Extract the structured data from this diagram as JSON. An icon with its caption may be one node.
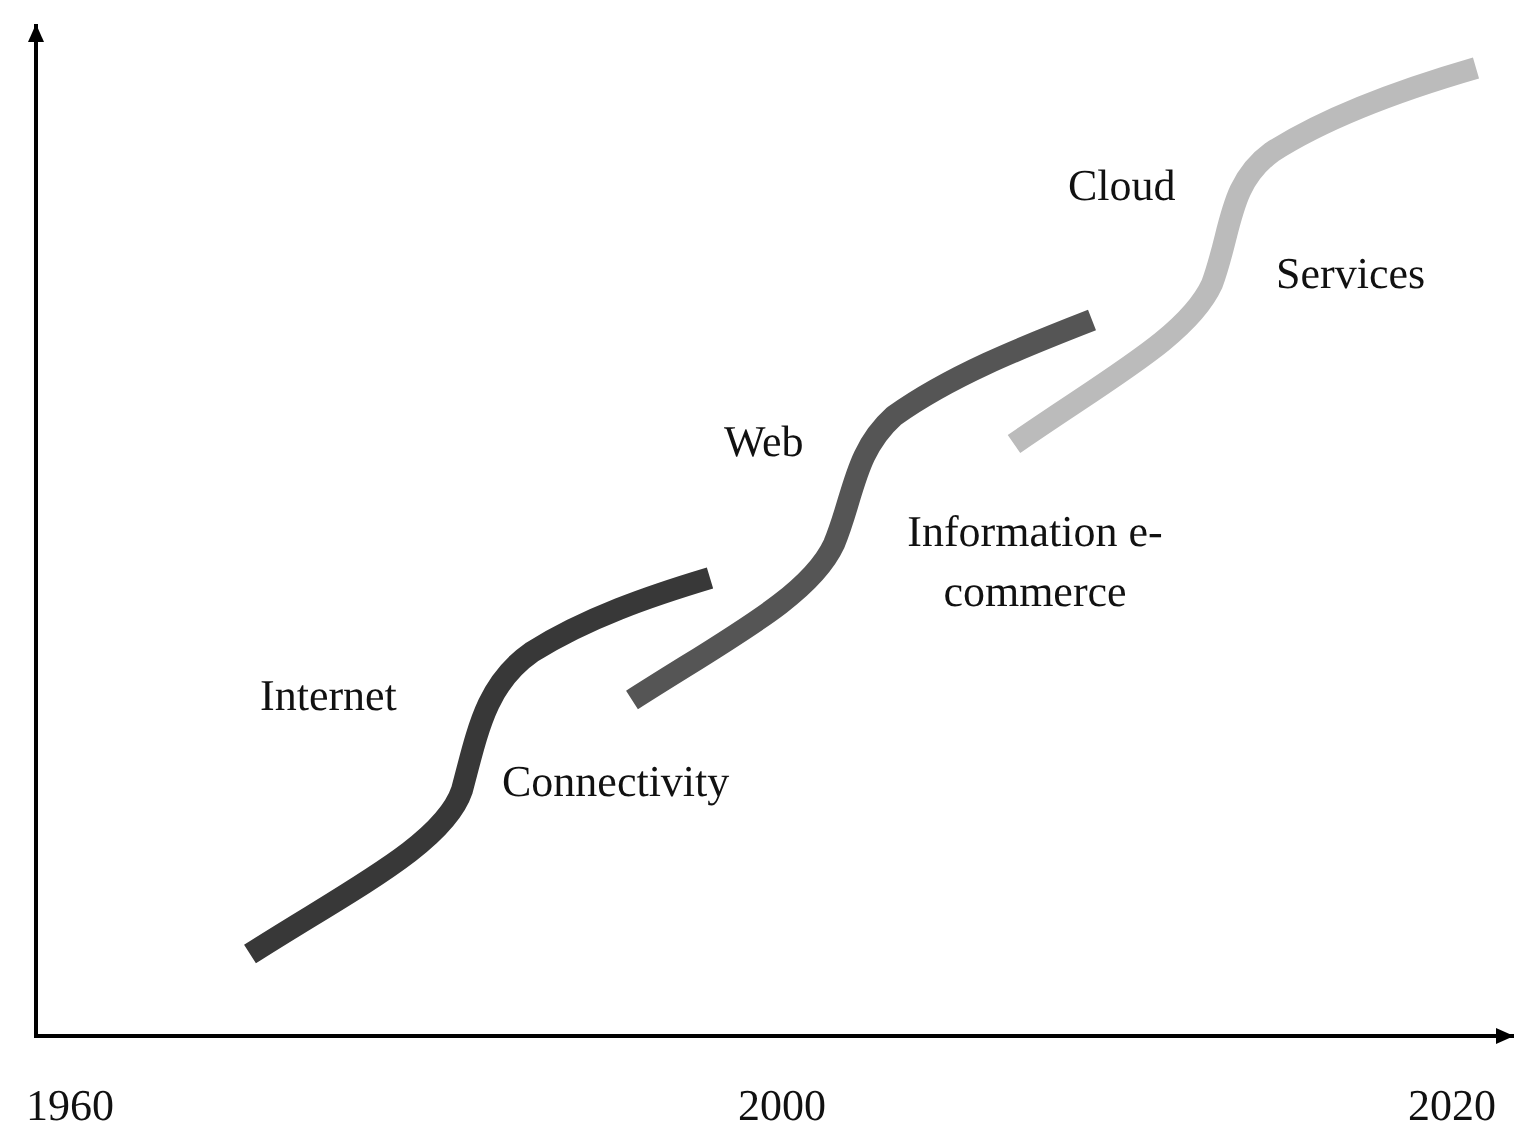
{
  "diagram": {
    "labels": [
      "Cloud",
      "Services",
      "Web",
      "Information e-commerce",
      "Internet",
      "Connectivity",
      "1960",
      "2000",
      "2020"
    ]
  }
}
